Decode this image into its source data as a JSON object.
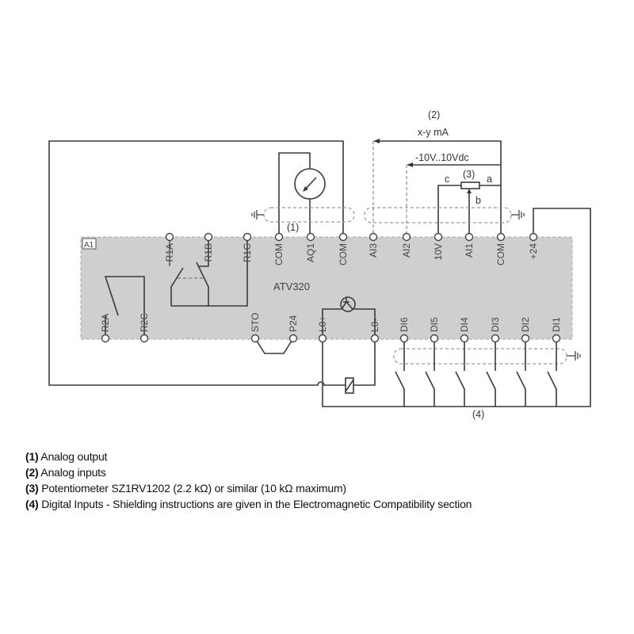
{
  "diagram": {
    "module_label": "A1",
    "device_name": "ATV320",
    "top_terminals": [
      "R1A",
      "R1B",
      "R1C",
      "COM",
      "AQ1",
      "COM",
      "AI3",
      "AI2",
      "10V",
      "AI1",
      "COM",
      "+24"
    ],
    "bottom_terminals": [
      "R2A",
      "R2C",
      "STO",
      "P24",
      "L0+",
      "L0-",
      "DI6",
      "DI5",
      "DI4",
      "DI3",
      "DI2",
      "DI1"
    ],
    "callouts": {
      "analog_output": "(1)",
      "analog_inputs": "(2)",
      "current_range": "x-y mA",
      "voltage_range": "-10V..10Vdc",
      "potentiometer": "(3)",
      "pot_a": "a",
      "pot_b": "b",
      "pot_c": "c",
      "digital_inputs": "(4)"
    },
    "icons": [
      "meter-icon",
      "ground-icon",
      "relay-coil-icon",
      "transistor-icon",
      "switch-icon",
      "potentiometer-icon"
    ]
  },
  "legend": [
    {
      "num": "(1)",
      "text": " Analog output"
    },
    {
      "num": "(2)",
      "text": " Analog inputs"
    },
    {
      "num": "(3)",
      "text": " Potentiometer SZ1RV1202 (2.2 kΩ) or similar (10 kΩ maximum)"
    },
    {
      "num": "(4)",
      "text": " Digital Inputs - Shielding instructions are given in the Electromagnetic Compatibility section"
    }
  ]
}
